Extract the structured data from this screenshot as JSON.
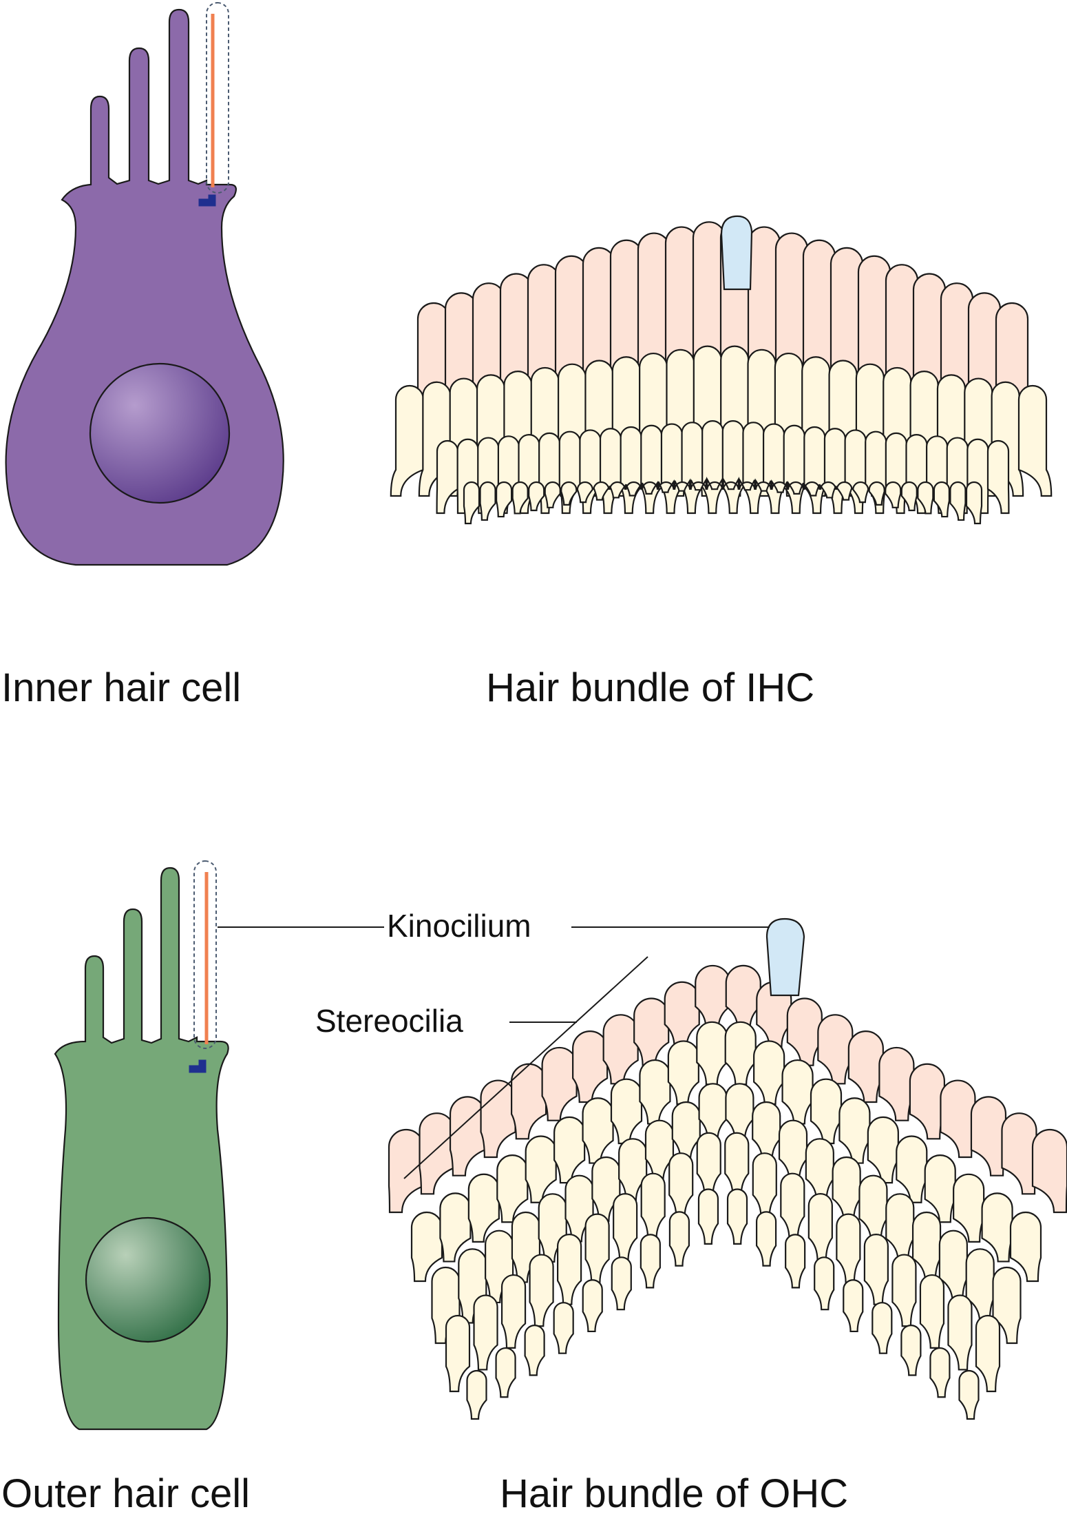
{
  "panels": {
    "ihc_cell": {
      "caption": "Inner hair cell",
      "body_color": "#8c6aaa",
      "nucleus_color": "#5a3a8a"
    },
    "ihc_bundle": {
      "caption": "Hair bundle of IHC"
    },
    "ohc_cell": {
      "caption": "Outer hair cell",
      "body_color": "#76a878",
      "nucleus_color": "#3f7a4e"
    },
    "ohc_bundle": {
      "caption": "Hair bundle of OHC"
    }
  },
  "labels": {
    "kinocilium": "Kinocilium",
    "stereocilia": "Stereocilia"
  },
  "colors": {
    "stereocilia_light": "#fff8e0",
    "stereocilia_pink": "#fde3d7",
    "kinocilium": "#d2e8f6",
    "kinocilium_line": "#f08050",
    "basal_body": "#1f2f8f"
  }
}
